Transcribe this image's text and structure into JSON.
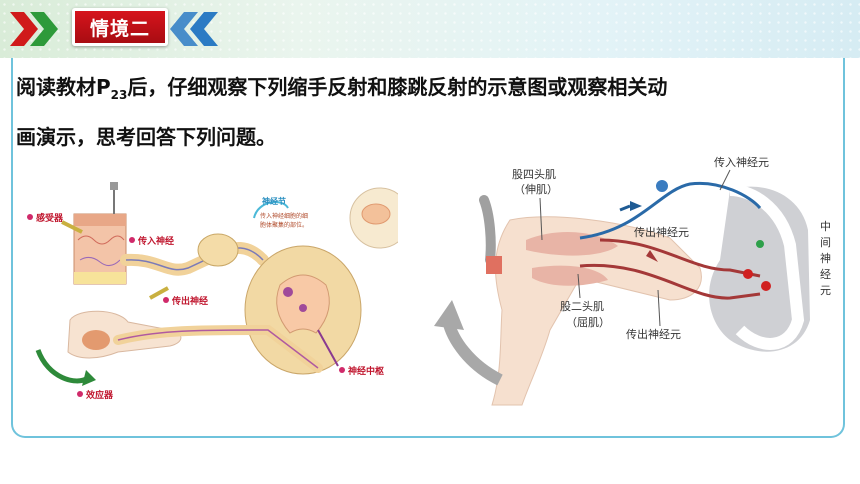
{
  "header": {
    "badge": "情境二"
  },
  "intro": {
    "before_sub": "阅读教材P",
    "sub": "23",
    "line1_rest": "后，仔细观察下列缩手反射和膝跳反射的示意图或观察相关动",
    "line2": "画演示，思考回答下列问题。"
  },
  "figure_left": {
    "receptor": "感受器",
    "afferent": "传入神经",
    "efferent": "传出神经",
    "effector": "效应器",
    "ganglion": "神经节",
    "ganglion_note_1": "传入神经细胞的细",
    "ganglion_note_2": "胞体聚集的部位。",
    "center": "神经中枢"
  },
  "figure_right": {
    "quadriceps": "股四头肌",
    "quadriceps_sub": "（伸肌）",
    "afferent_neuron": "传入神经元",
    "efferent_neuron_a": "传出神经元",
    "interneuron_chars": [
      "中",
      "间",
      "神",
      "经",
      "元"
    ],
    "biceps": "股二头肌",
    "biceps_sub": "（屈肌）",
    "efferent_neuron_b": "传出神经元"
  },
  "colors": {
    "badge_red": "#c8101a",
    "chevron_green": "#2e9a3a",
    "chevron_blue": "#2b7bc4",
    "panel_border": "#6fc3dc"
  }
}
